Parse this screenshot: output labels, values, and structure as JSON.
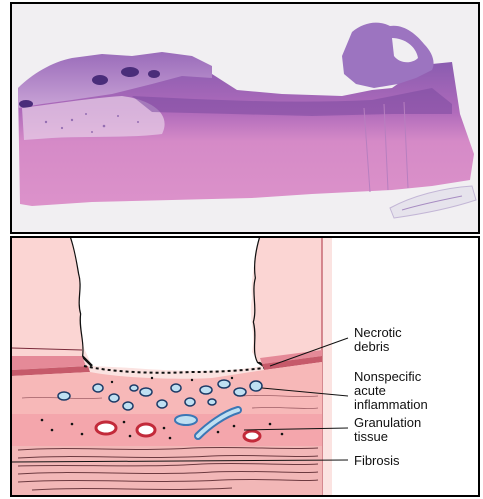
{
  "labels": {
    "necrotic_debris": [
      "Necrotic",
      "debris"
    ],
    "nonspecific_inflammation": [
      "Nonspecific",
      "acute",
      "inflammation"
    ],
    "granulation_tissue": [
      "Granulation",
      "tissue"
    ],
    "fibrosis": "Fibrosis"
  },
  "colors": {
    "histology_pink": "#d889c8",
    "histology_purple": "#7b4aa0",
    "diagram_pink": "#f6c6c6",
    "vessel_red": "#c22a3a",
    "vessel_blue": "#3b77b5"
  }
}
